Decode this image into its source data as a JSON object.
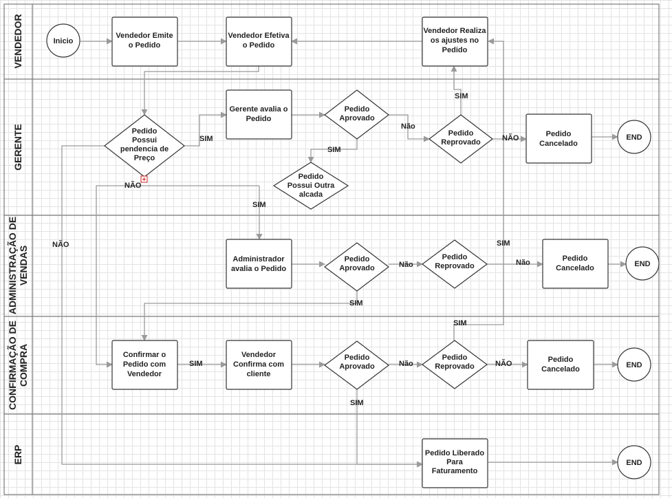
{
  "lanes": [
    {
      "id": "vendedor",
      "title": [
        "VENDEDOR"
      ]
    },
    {
      "id": "gerente",
      "title": [
        "GERENTE"
      ]
    },
    {
      "id": "adm",
      "title": [
        "ADMINISTRAÇÃO DE",
        "VENDAS"
      ]
    },
    {
      "id": "conf",
      "title": [
        "CONFIRMAÇÃO DE",
        "COMPRA"
      ]
    },
    {
      "id": "erp",
      "title": [
        "ERP"
      ]
    }
  ],
  "nodes": [
    {
      "id": "inicio",
      "shape": "circle",
      "lines": [
        "Inicio"
      ]
    },
    {
      "id": "v_emite",
      "shape": "rect",
      "lines": [
        "Vendedor Emite",
        "o Pedido"
      ]
    },
    {
      "id": "v_efetiva",
      "shape": "rect",
      "lines": [
        "Vendedor Efetiva",
        "o Pedido"
      ]
    },
    {
      "id": "v_ajustes",
      "shape": "rect",
      "lines": [
        "Vendedor Realiza",
        "os ajustes no",
        "Pedido"
      ]
    },
    {
      "id": "g_pend",
      "shape": "diamond",
      "lines": [
        "Pedido",
        "Possui",
        "pendencia de",
        "Preço"
      ]
    },
    {
      "id": "g_avalia",
      "shape": "rect",
      "lines": [
        "Gerente avalia o",
        "Pedido"
      ]
    },
    {
      "id": "g_aprov",
      "shape": "diamond",
      "lines": [
        "Pedido",
        "Aprovado"
      ]
    },
    {
      "id": "g_reprov",
      "shape": "diamond",
      "lines": [
        "Pedido",
        "Reprovado"
      ]
    },
    {
      "id": "g_canc",
      "shape": "rect",
      "lines": [
        "Pedido",
        "Cancelado"
      ]
    },
    {
      "id": "g_end",
      "shape": "circle",
      "lines": [
        "END"
      ]
    },
    {
      "id": "g_outra",
      "shape": "diamond",
      "lines": [
        "Pedido",
        "Possui Outra",
        "alcada"
      ]
    },
    {
      "id": "a_avalia",
      "shape": "rect",
      "lines": [
        "Administrador",
        "avalia o Pedido"
      ]
    },
    {
      "id": "a_aprov",
      "shape": "diamond",
      "lines": [
        "Pedido",
        "Aprovado"
      ]
    },
    {
      "id": "a_reprov",
      "shape": "diamond",
      "lines": [
        "Pedido",
        "Reprovado"
      ]
    },
    {
      "id": "a_canc",
      "shape": "rect",
      "lines": [
        "Pedido",
        "Cancelado"
      ]
    },
    {
      "id": "a_end",
      "shape": "circle",
      "lines": [
        "END"
      ]
    },
    {
      "id": "c_confirmar",
      "shape": "rect",
      "lines": [
        "Confirmar o",
        "Pedido com",
        "Vendedor"
      ]
    },
    {
      "id": "c_vendedor",
      "shape": "rect",
      "lines": [
        "Vendedor",
        "Confirma com",
        "cliente"
      ]
    },
    {
      "id": "c_aprov",
      "shape": "diamond",
      "lines": [
        "Pedido",
        "Aprovado"
      ]
    },
    {
      "id": "c_reprov",
      "shape": "diamond",
      "lines": [
        "Pedido",
        "Reprovado"
      ]
    },
    {
      "id": "c_canc",
      "shape": "rect",
      "lines": [
        "Pedido",
        "Cancelado"
      ]
    },
    {
      "id": "c_end",
      "shape": "circle",
      "lines": [
        "END"
      ]
    },
    {
      "id": "e_liberado",
      "shape": "rect",
      "lines": [
        "Pedido Liberado",
        "Para",
        "Faturamento"
      ]
    },
    {
      "id": "e_end",
      "shape": "circle",
      "lines": [
        "END"
      ]
    }
  ],
  "edges": [
    {
      "from": "inicio",
      "to": "v_emite",
      "label": ""
    },
    {
      "from": "v_emite",
      "to": "v_efetiva",
      "label": ""
    },
    {
      "from": "v_ajustes",
      "to": "v_efetiva",
      "label": ""
    },
    {
      "from": "v_efetiva",
      "to": "g_pend",
      "label": ""
    },
    {
      "from": "g_pend",
      "to": "g_avalia",
      "label": "SIM"
    },
    {
      "from": "g_pend",
      "to": "e_liberado",
      "label": "NÃO"
    },
    {
      "from": "g_pend",
      "to": "c_confirmar",
      "label": "NÃO"
    },
    {
      "from": "g_avalia",
      "to": "g_aprov",
      "label": ""
    },
    {
      "from": "g_aprov",
      "to": "g_reprov",
      "label": "Não"
    },
    {
      "from": "g_aprov",
      "to": "g_outra",
      "label": "SIM"
    },
    {
      "from": "g_reprov",
      "to": "v_ajustes",
      "label": "SIM"
    },
    {
      "from": "g_reprov",
      "to": "g_canc",
      "label": "NÃO"
    },
    {
      "from": "g_canc",
      "to": "g_end",
      "label": ""
    },
    {
      "from": "g_outra",
      "to": "a_avalia",
      "label": "SIM"
    },
    {
      "from": "a_avalia",
      "to": "a_aprov",
      "label": ""
    },
    {
      "from": "a_aprov",
      "to": "a_reprov",
      "label": "Não"
    },
    {
      "from": "a_aprov",
      "to": "c_confirmar",
      "label": "SIM"
    },
    {
      "from": "a_reprov",
      "to": "a_canc",
      "label": "Não"
    },
    {
      "from": "a_canc",
      "to": "a_end",
      "label": ""
    },
    {
      "from": "c_confirmar",
      "to": "c_vendedor",
      "label": "SIM"
    },
    {
      "from": "c_vendedor",
      "to": "c_aprov",
      "label": ""
    },
    {
      "from": "c_aprov",
      "to": "c_reprov",
      "label": "Não"
    },
    {
      "from": "c_aprov",
      "to": "e_liberado",
      "label": "SIM"
    },
    {
      "from": "c_reprov",
      "to": "c_canc",
      "label": "NÃO"
    },
    {
      "from": "c_reprov",
      "to": "v_ajustes",
      "label": "SIM"
    },
    {
      "from": "c_canc",
      "to": "c_end",
      "label": ""
    },
    {
      "from": "e_liberado",
      "to": "e_end",
      "label": ""
    }
  ],
  "labels": {
    "sim": "SIM",
    "nao_upper": "NÃO",
    "nao_lower": "Não"
  }
}
